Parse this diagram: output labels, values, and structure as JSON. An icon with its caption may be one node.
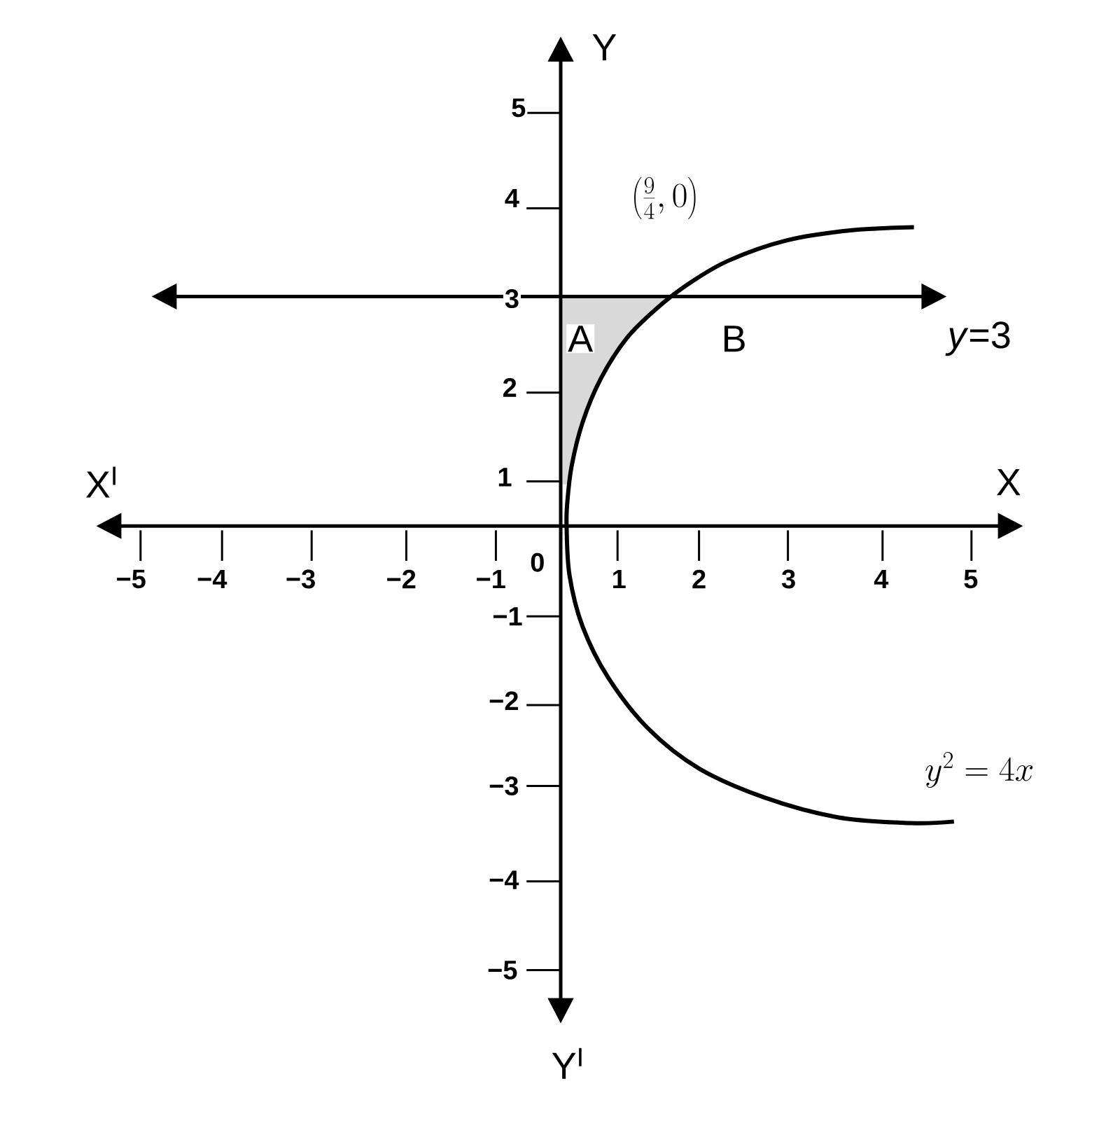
{
  "diagram": {
    "labels": [
      "Y",
      "5",
      "4",
      "\\left(\\frac{9}{4}, 0\\right)",
      "3",
      "A",
      "B",
      "*y*=3",
      "2",
      "1",
      "X$^{I}$",
      "X",
      "−5",
      "−4",
      "−3",
      "−2",
      "−1",
      "0",
      "1",
      "2",
      "3",
      "4",
      "5",
      "−1",
      "−2",
      "y^{2}=4x",
      "−3",
      "−4",
      "−5",
      "Y$^{I}$"
    ]
  }
}
